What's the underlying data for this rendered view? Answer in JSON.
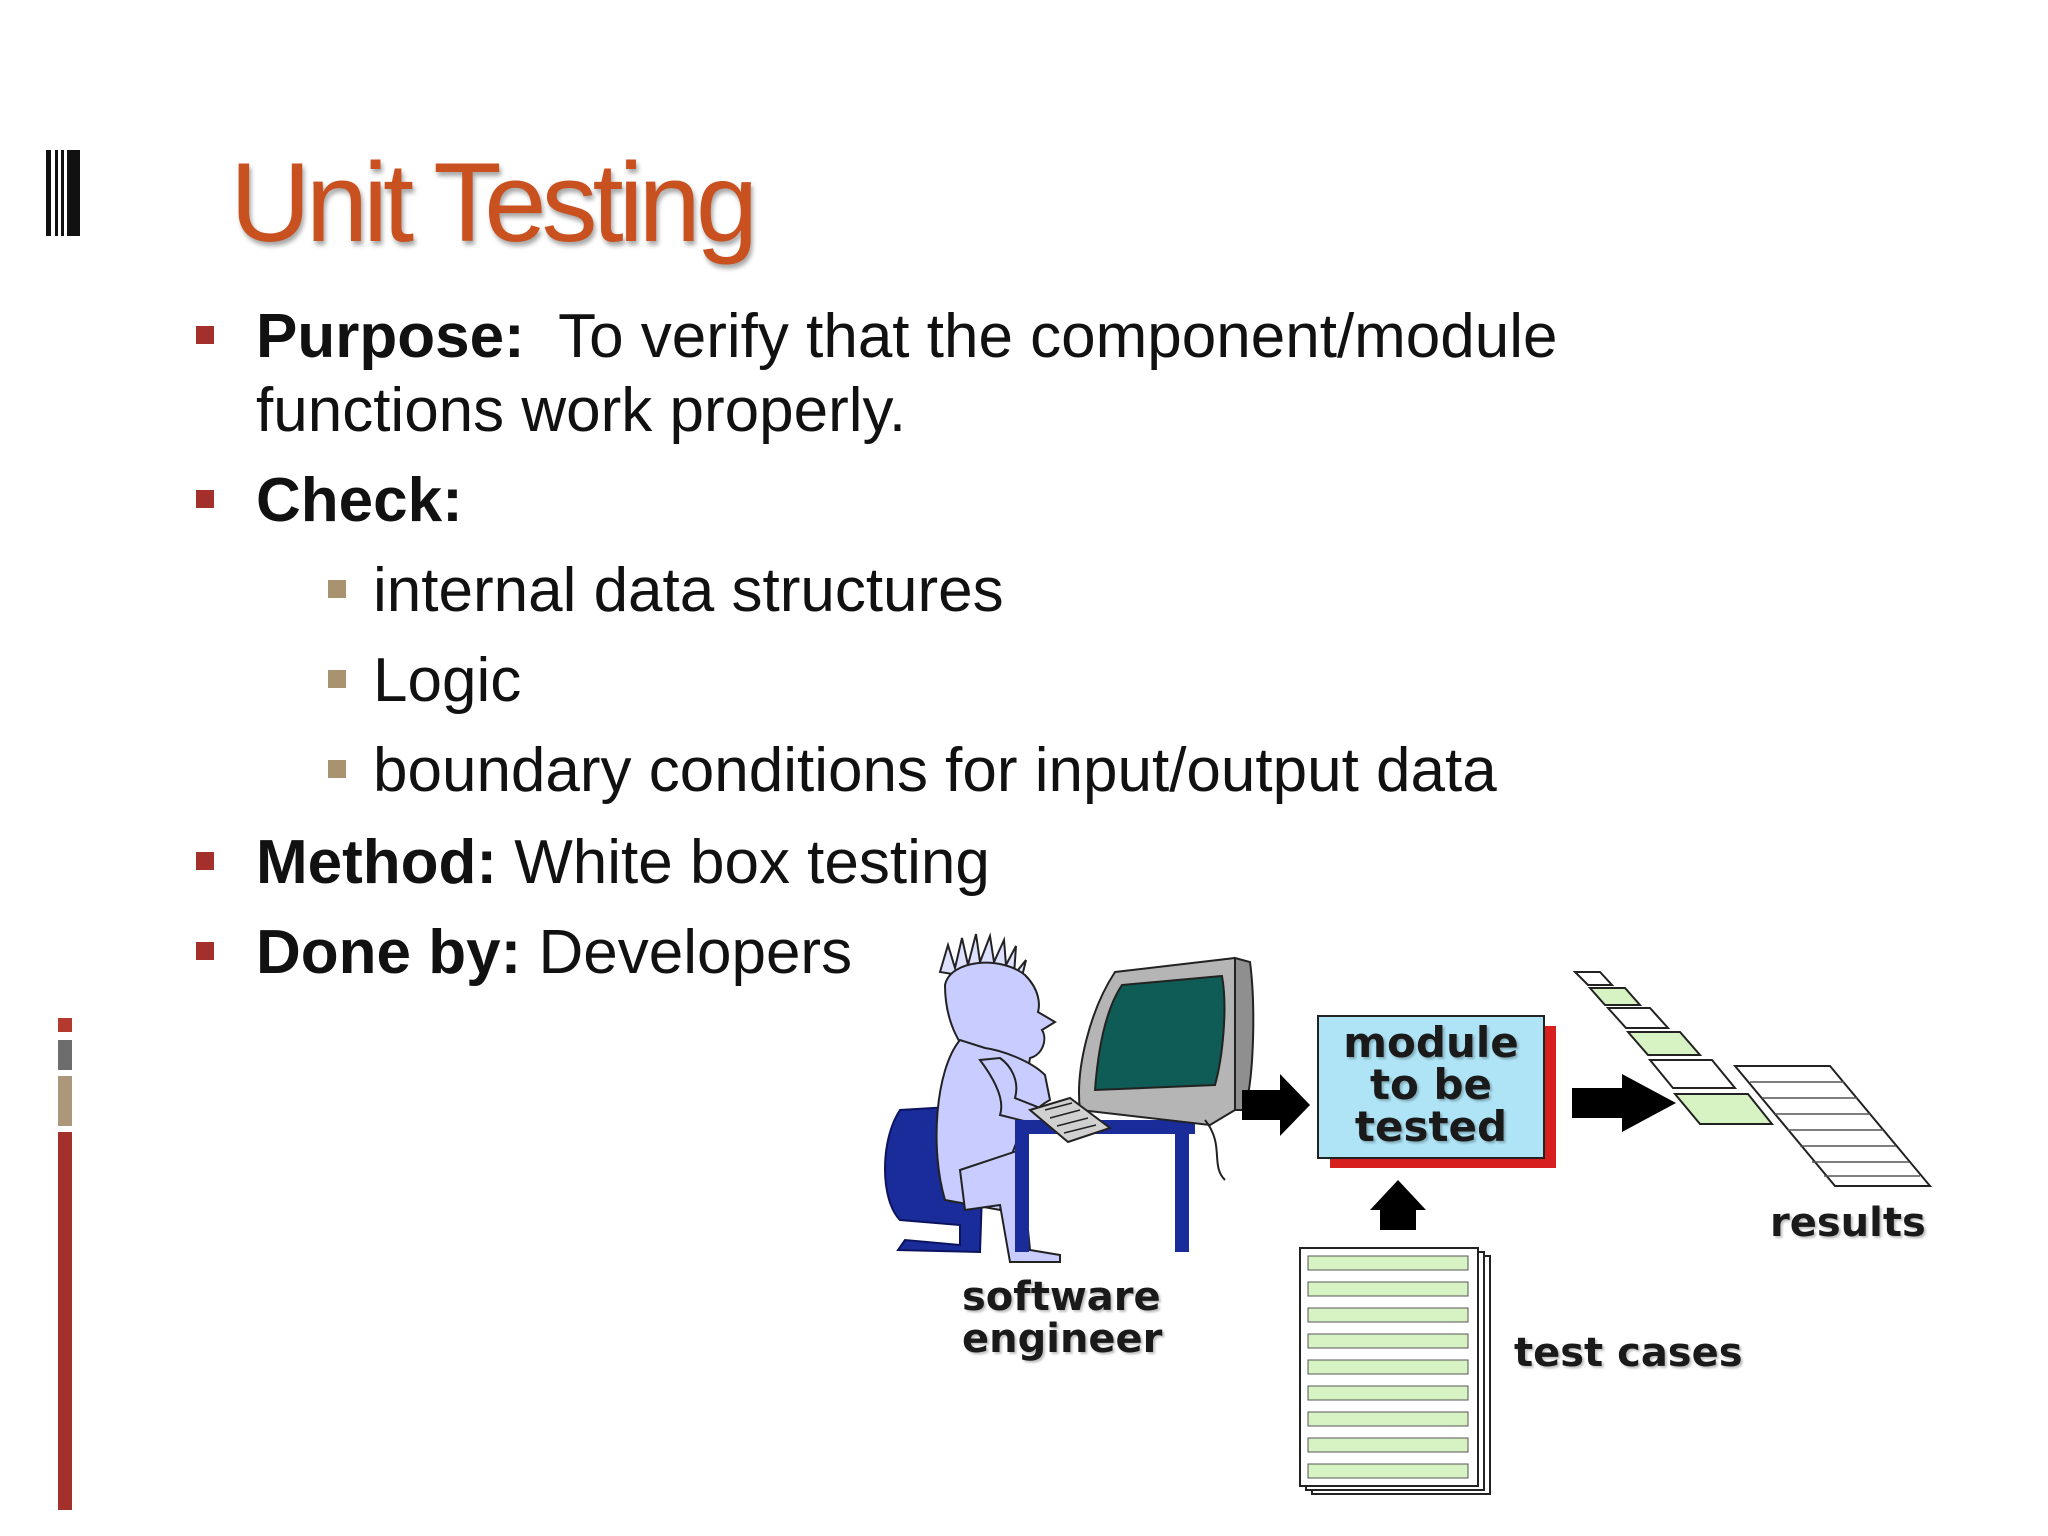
{
  "slide": {
    "title": "Unit Testing",
    "bullets": {
      "purpose_label": "Purpose:",
      "purpose_text_1": "To verify that the component/module",
      "purpose_text_2": "functions work properly.",
      "check_label": "Check:",
      "check_items": [
        "internal data structures",
        "Logic",
        "boundary conditions for input/output data"
      ],
      "method_label": "Method:",
      "method_text": "White box testing",
      "doneby_label": "Done by:",
      "doneby_text": "Developers"
    }
  },
  "diagram": {
    "engineer_label_1": "software",
    "engineer_label_2": "engineer",
    "module_label_1": "module",
    "module_label_2": "to be",
    "module_label_3": "tested",
    "testcases_label": "test cases",
    "results_label": "results"
  },
  "colors": {
    "title": "#c9501f",
    "bullet_level1": "#a3302a",
    "bullet_level2": "#a89270",
    "module_box": "#aee4f6",
    "module_shadow": "#d81f1f",
    "paper_rows": "#d7f3c4"
  }
}
